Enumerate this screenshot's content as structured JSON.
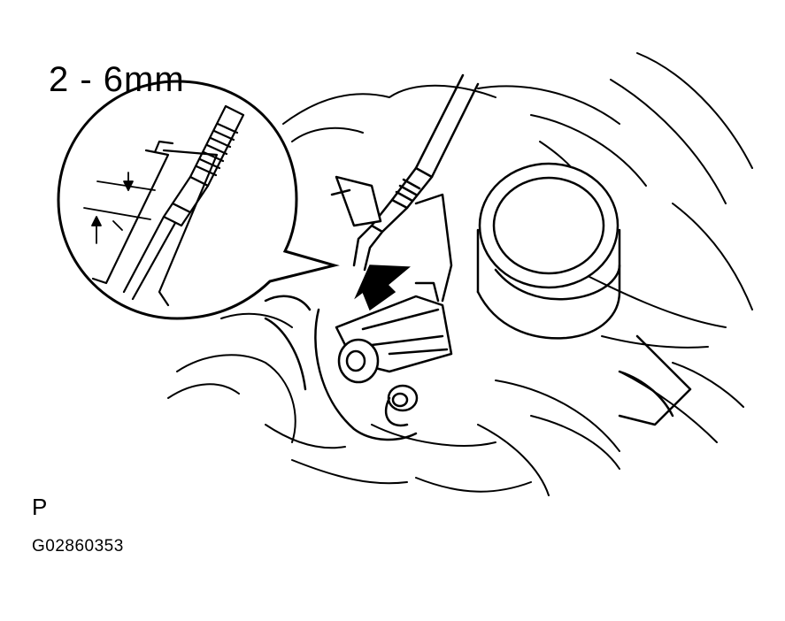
{
  "labels": {
    "dimension_callout": "2 - 6mm",
    "view_marker": "P",
    "figure_code": "G02860353"
  },
  "colors": {
    "ink": "#000000",
    "paper": "#ffffff"
  },
  "icons": {
    "arrow": "push-direction-arrow",
    "dimension": "clearance-arrows"
  }
}
